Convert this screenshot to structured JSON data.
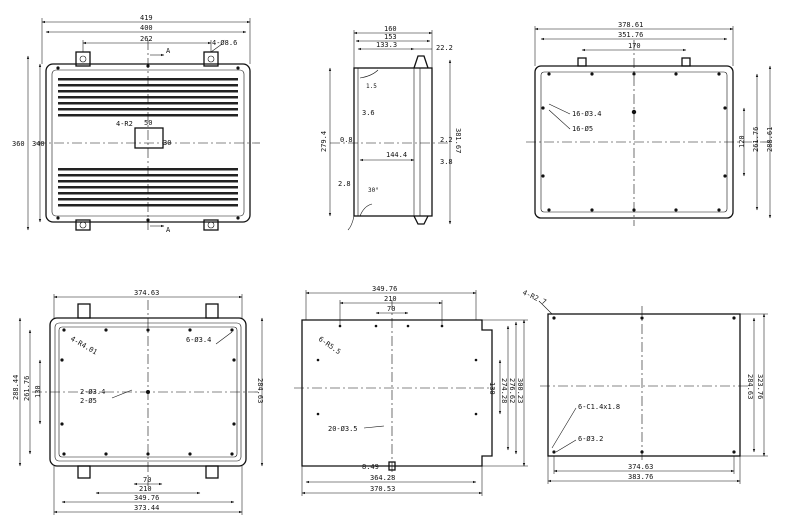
{
  "views": {
    "front": {
      "dims": {
        "w_419": "419",
        "w_400": "400",
        "w_262": "262",
        "holes_4d8_6": "4-Ø8.6",
        "h_360": "360",
        "h_340": "340",
        "section_a": "A",
        "radius_4r2": "4-R2",
        "slot_50": "50",
        "slot_30": "30"
      }
    },
    "side": {
      "dims": {
        "w_160": "160",
        "w_153": "153",
        "w_133_3": "133.3",
        "d_22_2": "22.2",
        "r1_5": "1.5",
        "d3_6": "3.6",
        "h_279_4": "279.4",
        "d_0_8": "0.8",
        "d_144_4": "144.4",
        "d_2_2": "2.2",
        "h_381_67": "381.67",
        "d_3_8": "3.8",
        "d2_8": "2.8",
        "ang_30": "30°"
      }
    },
    "back": {
      "dims": {
        "w_378_61": "378.61",
        "w_351_76": "351.76",
        "w_170": "170",
        "holes_16d3_4": "16-Ø3.4",
        "holes_16d5": "16-Ø5",
        "h_288_61": "288.61",
        "h_261_76": "261.76",
        "h_120": "120"
      }
    },
    "inner": {
      "dims": {
        "w_374_63": "374.63",
        "r_4r4_01": "4-R4.01",
        "holes_6d3_4": "6-Ø3.4",
        "h_288_44": "288.44",
        "h_261_76": "261.76",
        "h_130": "130",
        "holes_2d3_4": "2-Ø3.4",
        "holes_2d5": "2-Ø5",
        "h_284_63": "284.63",
        "w_70": "70",
        "w_210": "210",
        "w_349_76": "349.76",
        "w_373_44": "373.44"
      }
    },
    "plate": {
      "dims": {
        "w_349_76": "349.76",
        "w_210": "210",
        "w_70": "70",
        "r_6r5": "6-R5.5",
        "h_130": "130",
        "h_274_28": "274.28",
        "h_276_62": "276.62",
        "h_300_23": "300.23",
        "holes_20d3_5": "20-Ø3.5",
        "d_8_49": "8.49",
        "w_364_28": "364.28",
        "w_370_53": "370.53"
      }
    },
    "lid": {
      "dims": {
        "r_4r2_7": "4-R2.7",
        "h_284_63": "284.63",
        "h_323_76": "323.76",
        "chamfer_6c1": "6-C1.4x1.8",
        "holes_6d3_2": "6-Ø3.2",
        "w_374_63": "374.63",
        "w_383_76": "383.76"
      }
    }
  }
}
